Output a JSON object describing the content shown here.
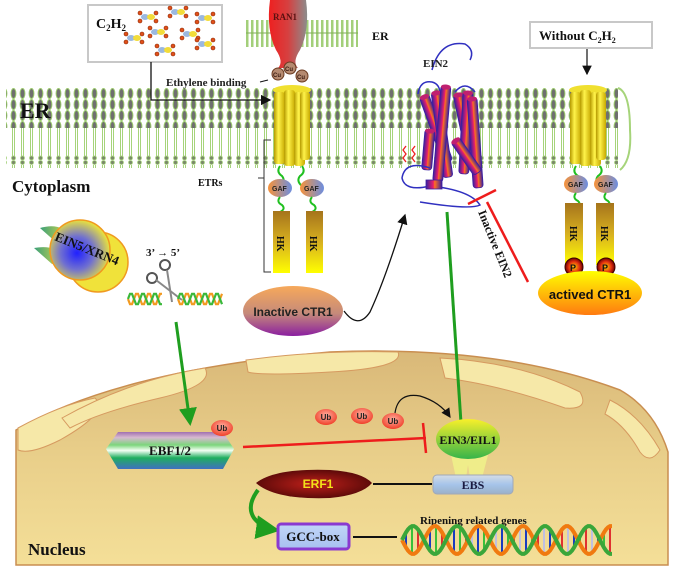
{
  "diagram": {
    "title": "Ethylene signaling pathway",
    "compartments": {
      "er_label": "ER",
      "er_small_label": "ER",
      "cytoplasm_label": "Cytoplasm",
      "nucleus_label": "Nucleus"
    },
    "ligand_box": {
      "formula_main": "C",
      "formula_sub1": "2",
      "formula_h": "H",
      "formula_sub2": "2"
    },
    "without_box": {
      "prefix": "Without C",
      "sub1": "2",
      "h": "H",
      "sub2": "2"
    },
    "labels": {
      "ethylene_binding": "Ethylene binding",
      "ran1": "RAN1",
      "cu": "Cu",
      "etrs": "ETRs",
      "gaf": "GAF",
      "hk": "HK",
      "p": "P",
      "ein2": "EIN2",
      "inactive_ein2": "Inactive EIN2",
      "inactive_ctr1": "Inactive CTR1",
      "actived_ctr1": "actived CTR1",
      "ein5": "EIN5/XRN4",
      "direction": "3’ → 5’",
      "ebf": "EBF1/2",
      "ub": "Ub",
      "ein3": "EIN3/EIL1",
      "ebs": "EBS",
      "erf1": "ERF1",
      "gcc": "GCC-box",
      "ripening": "Ripening related genes"
    },
    "colors": {
      "membrane_green": "#8bbf5e",
      "receptor_yellow": "#f2e21a",
      "inhibit_red": "#ee1c1c",
      "activate_green": "#1f9e1f",
      "nucleus_fill": "#e9cf8a",
      "ein2_purple": "#5a2aa8"
    }
  }
}
